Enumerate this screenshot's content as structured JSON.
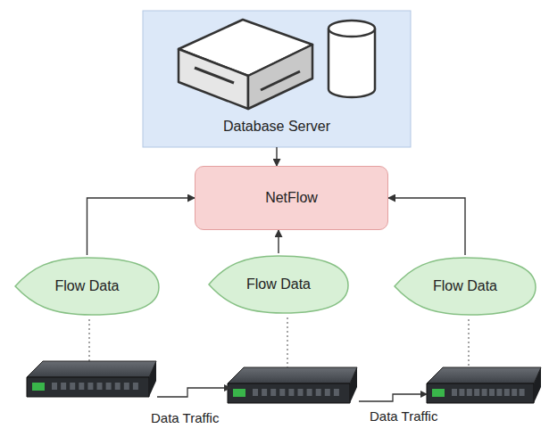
{
  "diagram": {
    "nodes": [
      {
        "text": [
          "Database Server"
        ]
      },
      {
        "text": [
          "NetFlow"
        ]
      },
      {
        "text": [
          "Flow Data"
        ]
      },
      {
        "text": [
          "Flow Data"
        ]
      },
      {
        "text": [
          "Flow Data"
        ]
      }
    ],
    "edges": [
      {
        "from": 0,
        "to": 1,
        "arrow": "to"
      },
      {
        "from": 2,
        "to": 1,
        "arrow": "to"
      },
      {
        "from": 3,
        "to": 1,
        "arrow": "to"
      },
      {
        "from": 4,
        "to": 1,
        "arrow": "to"
      }
    ],
    "labels": [
      "Data Traffic",
      "Data Traffic"
    ]
  }
}
